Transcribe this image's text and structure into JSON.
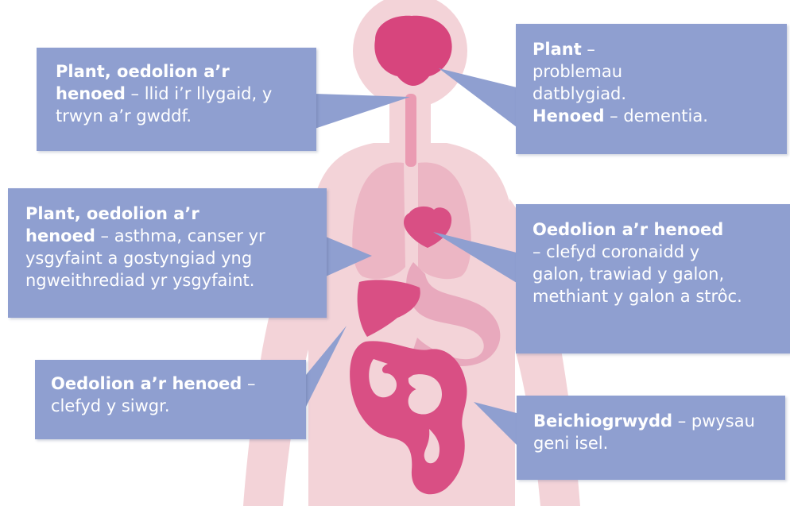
{
  "colors": {
    "body_silhouette": "#f3d3d8",
    "lungs": "#ecb6c4",
    "organs": "#d94f84",
    "brain": "#d7457d",
    "callout_fill": "#8f9fd0",
    "callout_text": "#ffffff"
  },
  "callouts": {
    "top_left": {
      "line1_bold": "Plant, oedolion a’r",
      "line2_bold": "henoed",
      "line2_rest": " – llid i’r llygaid, y",
      "line3": "trwyn a’r gwddf."
    },
    "top_right": {
      "line1_bold": "Plant",
      "line1_rest": " –",
      "line2": "problemau",
      "line3": "datblygiad.",
      "line4_bold": "Henoed",
      "line4_rest": " – dementia."
    },
    "middle_left": {
      "line1_bold": "Plant, oedolion a’r",
      "line2_bold": "henoed",
      "line2_rest": " – asthma, canser yr",
      "line3": "ysgyfaint a gostyngiad yng",
      "line4": "ngweithrediad yr ysgyfaint."
    },
    "middle_right": {
      "line1_bold": "Oedolion a’r henoed",
      "line2": "– clefyd coronaidd y",
      "line3": "galon, trawiad y galon,",
      "line4": "methiant y galon a strôc."
    },
    "bottom_left": {
      "line1_bold": "Oedolion a’r henoed",
      "line1_rest": " –",
      "line2": "clefyd y siwgr."
    },
    "bottom_right": {
      "line1_bold": "Beichiogrwydd",
      "line1_rest": " – pwysau",
      "line2": "geni isel."
    }
  }
}
